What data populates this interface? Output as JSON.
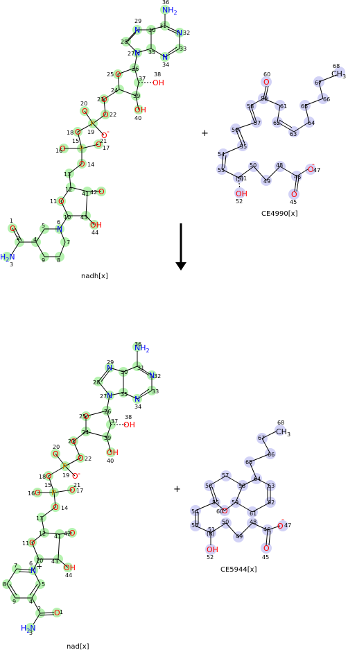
{
  "labels": {
    "nadh": "nadh[x]",
    "ce4990": "CE4990[x]",
    "nad": "nad[x]",
    "ce5944": "CE5944[x]"
  },
  "plus": "+",
  "colors": {
    "mapped_atom_highlight": "#b6f2b0",
    "unmapped_atom_highlight": "#d2d2f6",
    "nitrogen": "#0000ff",
    "oxygen": "#ff0000",
    "phosphorus": "#cc8800",
    "bond": "#000000"
  },
  "atom_text": {
    "n": "N",
    "o": "O",
    "p": "P",
    "oh": "OH",
    "h": "H",
    "nh2_prefix": "NH",
    "h2n_prefix": "H",
    "two": "2",
    "ch3_prefix": "CH",
    "three": "3",
    "minus": "-",
    "plus_charge": "+",
    "stereo_s": "(S)",
    "stereo_r": "(R)"
  },
  "atom_numbers": {
    "nadh_top": [
      "36",
      "29",
      "30",
      "31",
      "32",
      "28",
      "33",
      "27",
      "35",
      "34",
      "25",
      "26",
      "38",
      "37",
      "39",
      "40",
      "24",
      "23",
      "20",
      "22",
      "19",
      "18",
      "15",
      "16",
      "17",
      "21",
      "14",
      "13",
      "12",
      "41",
      "42",
      "11",
      "10",
      "43",
      "44",
      "1",
      "5",
      "6",
      "2",
      "7",
      "4",
      "3",
      "9",
      "8"
    ],
    "ce4990": [
      "68",
      "60",
      "67",
      "59",
      "66",
      "58",
      "61",
      "65",
      "62",
      "64",
      "57",
      "63",
      "56",
      "55",
      "54",
      "53",
      "50",
      "48",
      "47",
      "51",
      "46",
      "49",
      "52",
      "45"
    ],
    "nad_bottom": [
      "36",
      "29",
      "30",
      "31",
      "32",
      "28",
      "33",
      "27",
      "35",
      "34",
      "25",
      "26",
      "38",
      "37",
      "39",
      "40",
      "24",
      "23",
      "20",
      "22",
      "19",
      "18",
      "15",
      "16",
      "17",
      "21",
      "14",
      "13",
      "12",
      "42",
      "41",
      "11",
      "10",
      "43",
      "44",
      "7",
      "6",
      "5",
      "8",
      "9",
      "4",
      "2",
      "1",
      "3"
    ],
    "ce5944": [
      "68",
      "67",
      "66",
      "65",
      "57",
      "64",
      "56",
      "58",
      "63",
      "55",
      "59",
      "60",
      "62",
      "54",
      "61",
      "53",
      "50",
      "48",
      "47",
      "51",
      "46",
      "49",
      "52",
      "45"
    ]
  }
}
